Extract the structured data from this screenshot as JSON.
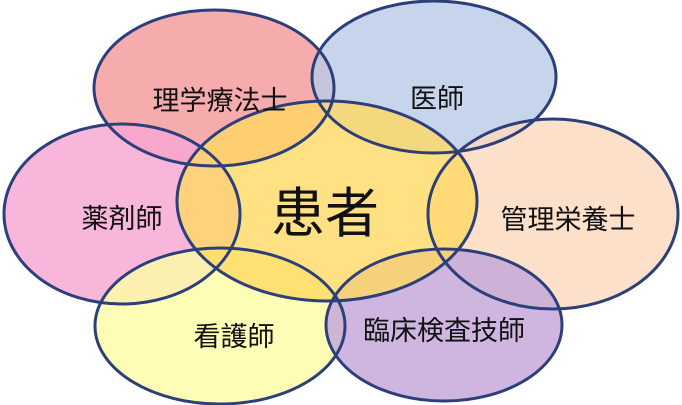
{
  "diagram": {
    "center": {
      "label": "患者",
      "fill": "#FFD863"
    },
    "roles": [
      {
        "key": "physical-therapist",
        "label": "理学療法士",
        "fill": "#F49A9A"
      },
      {
        "key": "doctor",
        "label": "医師",
        "fill": "#B9CCE6"
      },
      {
        "key": "pharmacist",
        "label": "薬剤師",
        "fill": "#F7A6D3"
      },
      {
        "key": "dietitian",
        "label": "管理栄養士",
        "fill": "#FBD9BD"
      },
      {
        "key": "nurse",
        "label": "看護師",
        "fill": "#FDFDA6"
      },
      {
        "key": "lab-technician",
        "label": "臨床検査技師",
        "fill": "#C3A6D9"
      }
    ],
    "outline_color": "#2C3F7A"
  }
}
